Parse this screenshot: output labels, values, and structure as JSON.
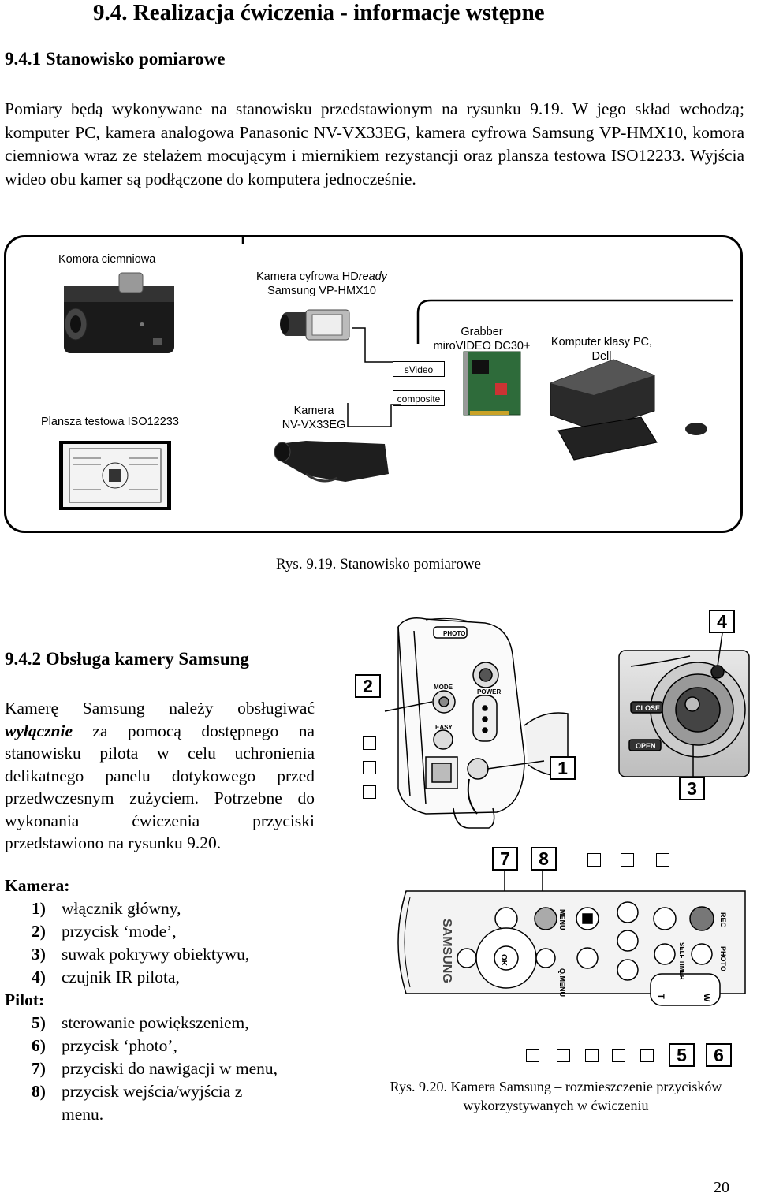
{
  "heading": "9.4. Realizacja ćwiczenia - informacje wstępne",
  "section1": {
    "title": "9.4.1 Stanowisko pomiarowe",
    "paragraph": "Pomiary będą wykonywane na stanowisku przedstawionym na rysunku 9.19. W jego skład wchodzą; komputer PC, kamera analogowa Panasonic NV-VX33EG, kamera cyfrowa Samsung VP-HMX10, komora ciemniowa wraz ze stelażem mocującym i miernikiem rezystancji oraz plansza testowa ISO12233. Wyjścia wideo obu kamer są podłączone do komputera jednocześnie."
  },
  "figure1": {
    "label_komora": "Komora ciemniowa",
    "label_kamera_cyfrowa_1": "Kamera cyfrowa HD",
    "label_kamera_cyfrowa_italic": "ready",
    "label_kamera_cyfrowa_2": "Samsung VP-HMX10",
    "label_grabber_1": "Grabber",
    "label_grabber_2": "miroVIDEO DC30+",
    "label_komputer_1": "Komputer klasy PC,",
    "label_komputer_2": "Dell",
    "label_svideo": "sVideo",
    "label_composite": "composite",
    "label_plansza": "Plansza testowa ISO12233",
    "label_kamera_1": "Kamera",
    "label_kamera_2": "NV-VX33EG",
    "caption": "Rys. 9.19. Stanowisko pomiarowe"
  },
  "section2": {
    "title": "9.4.2 Obsługa kamery Samsung",
    "para_start": "Kamerę Samsung należy obsługiwać ",
    "para_emph": "wyłącznie",
    "para_end": " za pomocą dostępnego na stanowisku pilota w celu uchronienia delikatnego panelu dotykowego przed przedwczesnym zużyciem. Potrzebne do wykonania ćwiczenia przyciski przedstawiono na rysunku 9.20.",
    "camera_heading": "Kamera:",
    "camera_items": [
      {
        "num": "1)",
        "text": "włącznik główny,"
      },
      {
        "num": "2)",
        "text": "przycisk ‘mode’,"
      },
      {
        "num": "3)",
        "text": "suwak pokrywy obiektywu,"
      },
      {
        "num": "4)",
        "text": "czujnik IR pilota,"
      }
    ],
    "remote_heading": "Pilot:",
    "remote_items": [
      {
        "num": "5)",
        "text": "sterowanie powiększeniem,"
      },
      {
        "num": "6)",
        "text": "przycisk ‘photo’,"
      },
      {
        "num": "7)",
        "text": "przyciski do nawigacji w menu,"
      },
      {
        "num": "8)",
        "text": "przycisk wejścia/wyjścia z"
      }
    ],
    "remote_item8_cont": "menu."
  },
  "figure2": {
    "numbers": [
      "1",
      "2",
      "3",
      "4",
      "5",
      "6",
      "7",
      "8"
    ],
    "camera_labels": [
      "PHOTO",
      "POWER",
      "MODE",
      "EASY",
      "CLOSE",
      "OPEN"
    ],
    "remote_brand": "SAMSUNG",
    "remote_labels": [
      "MENU",
      "Q.MENU",
      "OK",
      "REC",
      "PHOTO",
      "SELF TIMER",
      "T",
      "W"
    ],
    "caption_line1": "Rys. 9.20. Kamera Samsung – rozmieszczenie przycisków",
    "caption_line2": "wykorzystywanych w ćwiczeniu"
  },
  "page_number": "20"
}
